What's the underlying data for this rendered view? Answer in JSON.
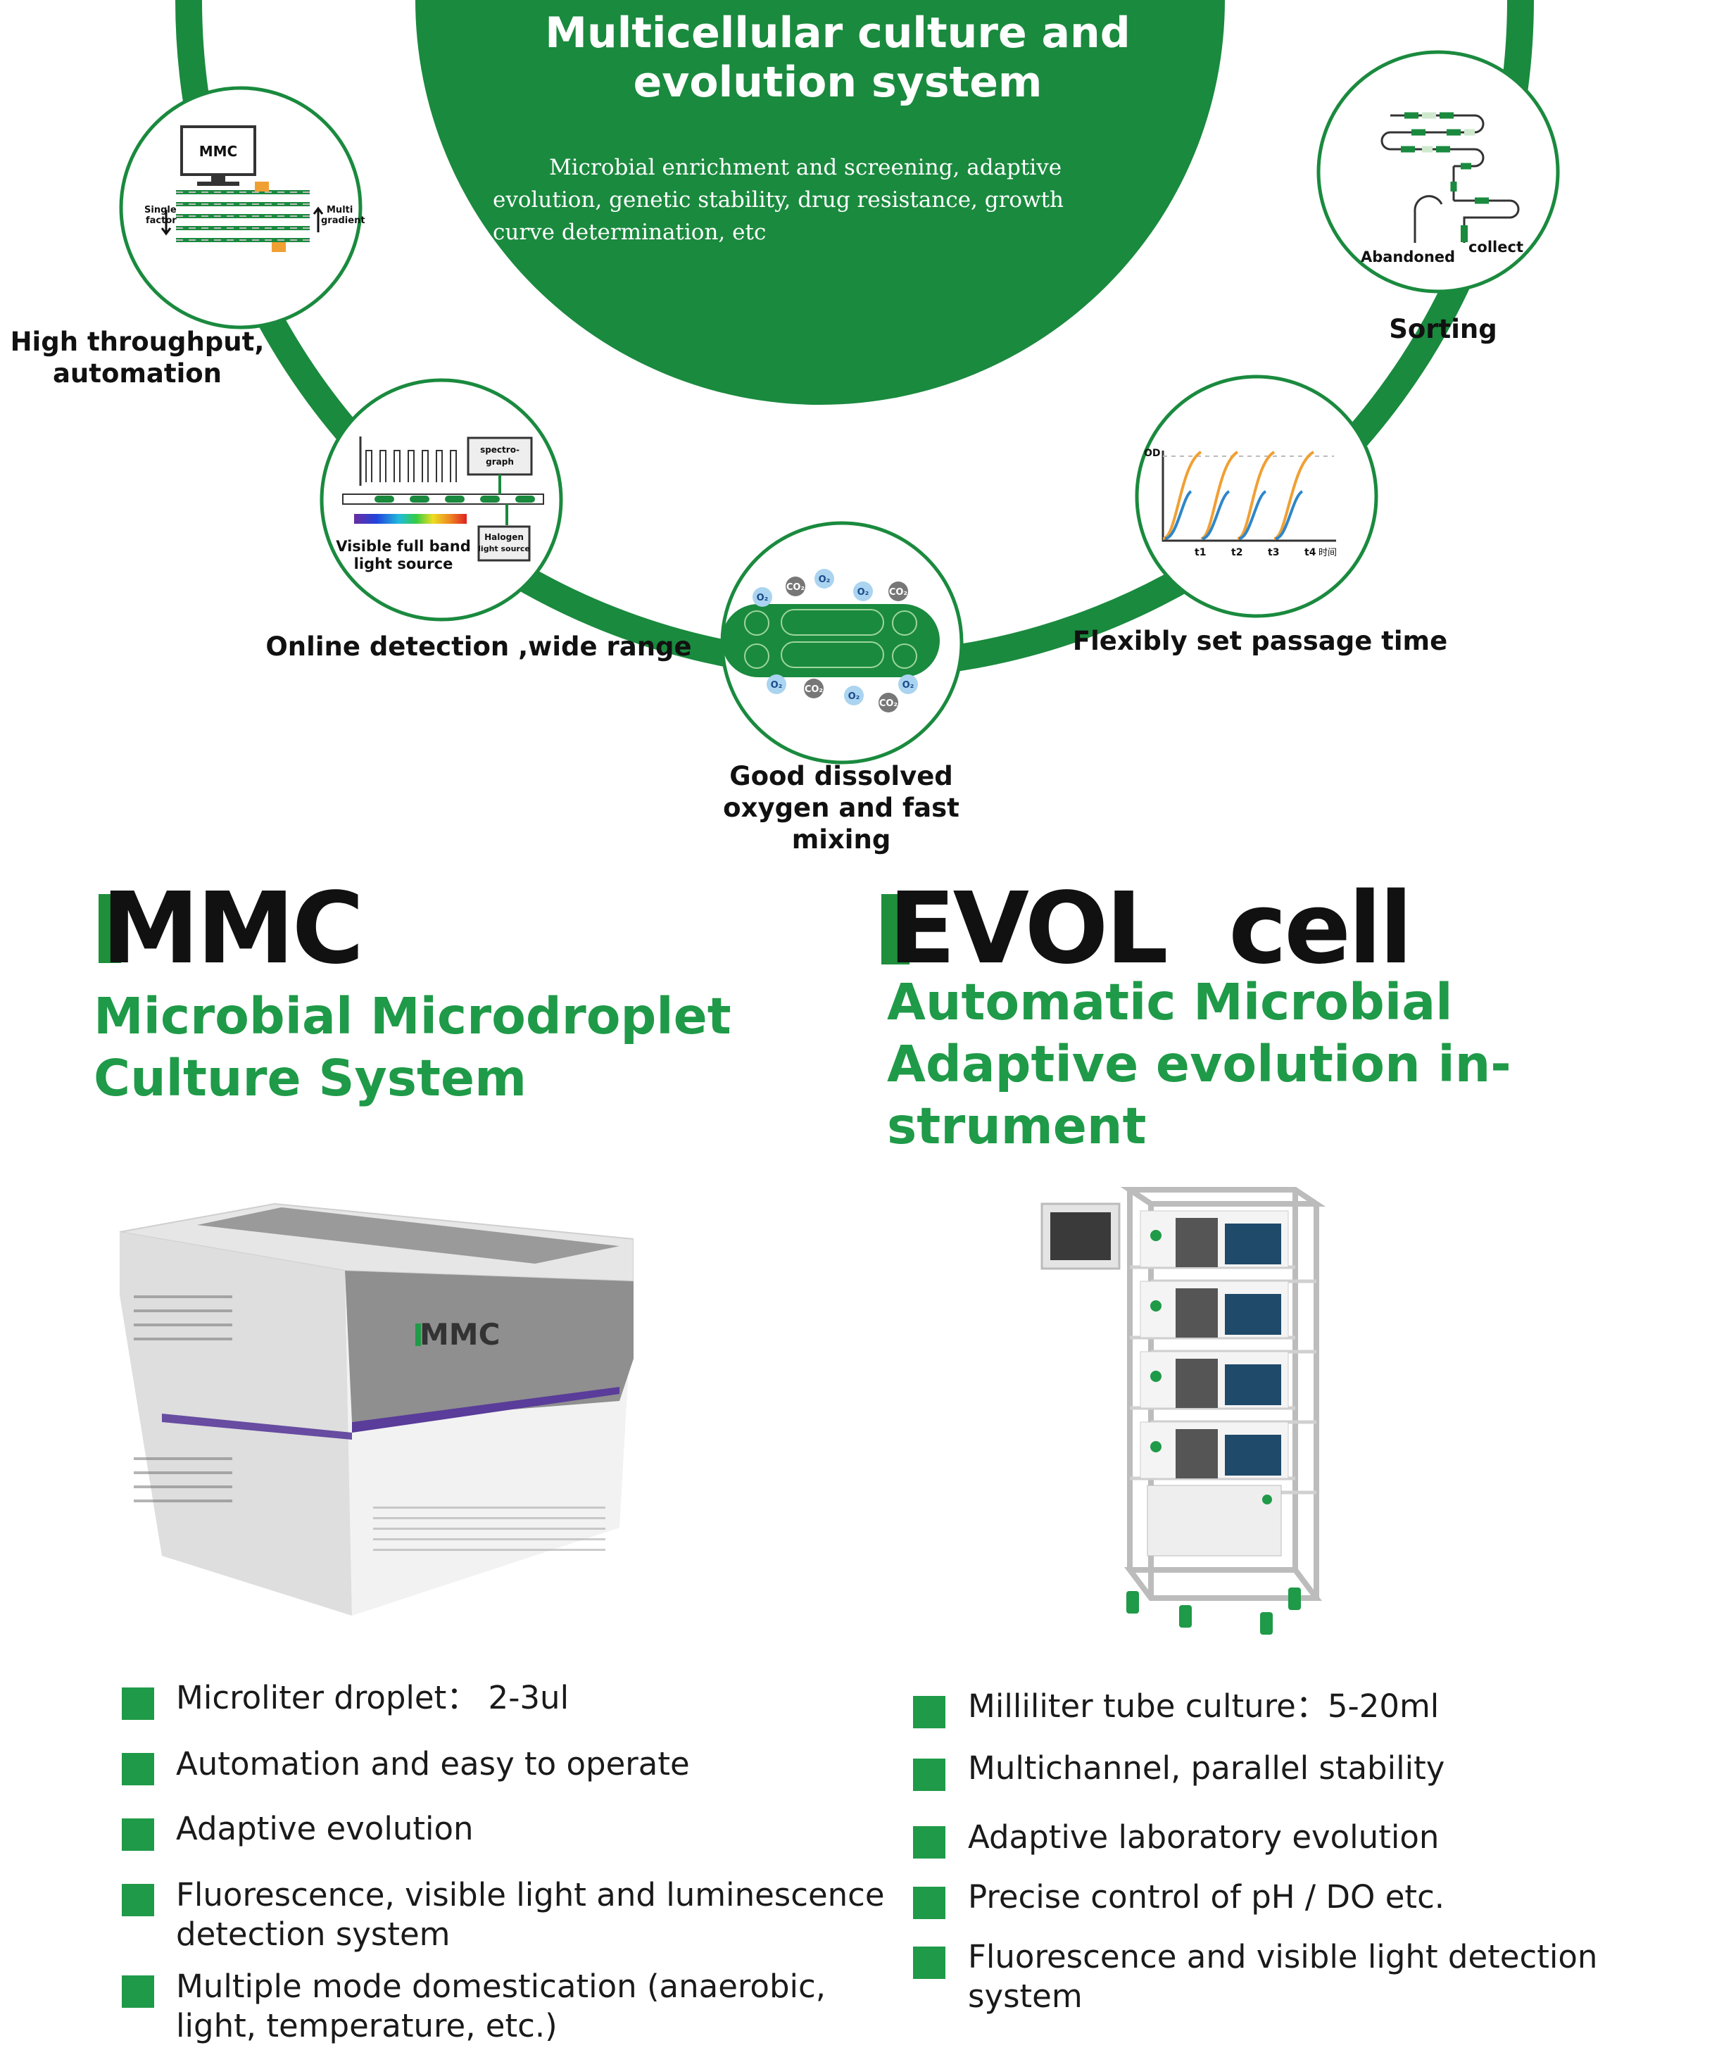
{
  "hero": {
    "title": "Multicellular culture and evolution system",
    "subtitle": "Microbial enrichment and screening, adaptive evolution, genetic stability, drug resistance, growth curve determination, etc"
  },
  "features": {
    "high_throughput": {
      "label": "High throughput, automation",
      "diagram": {
        "screen_text": "MMC",
        "left_note": "Single factor",
        "right_note": "Multi gradient"
      }
    },
    "online_detection": {
      "label": "Online detection ,wide range",
      "diagram": {
        "spectrograph": "spectro-graph",
        "band_label": "Visible full band light source",
        "halogen": "Halogen light source"
      }
    },
    "oxygen": {
      "label": "Good dissolved oxygen and fast mixing",
      "diagram": {
        "o2": "O₂",
        "co2": "CO₂"
      }
    },
    "passage": {
      "label": "Flexibly set passage time",
      "diagram": {
        "y_axis": "OD",
        "ticks": [
          "t1",
          "t2",
          "t3",
          "t4"
        ],
        "x_axis": "时间"
      }
    },
    "sorting": {
      "label": "Sorting",
      "diagram": {
        "abandoned": "Abandoned",
        "collect": "collect"
      }
    }
  },
  "products": {
    "mmc": {
      "brand": "MMC",
      "device_logo": "MMC",
      "title_line1": "Microbial Microdroplet",
      "title_line2": "Culture System",
      "specs": [
        {
          "line1": "Microliter droplet：  2-3ul",
          "line2": ""
        },
        {
          "line1": "Automation and easy to operate",
          "line2": ""
        },
        {
          "line1": "Adaptive evolution",
          "line2": ""
        },
        {
          "line1": "Fluorescence, visible light and luminescence",
          "line2": "detection system"
        },
        {
          "line1": "Multiple mode domestication (anaerobic,",
          "line2": "light, temperature, etc.)"
        }
      ]
    },
    "evol": {
      "brand": "EVOL  cell",
      "title_line1": "Automatic Microbial",
      "title_line2": "Adaptive evolution in-",
      "title_line3": "strument",
      "specs": [
        {
          "line1": "Milliliter tube culture：5-20ml",
          "line2": ""
        },
        {
          "line1": "Multichannel, parallel stability",
          "line2": ""
        },
        {
          "line1": "Adaptive laboratory evolution",
          "line2": ""
        },
        {
          "line1": "Precise control of pH / DO etc.",
          "line2": ""
        },
        {
          "line1": "Fluorescence and visible light detection",
          "line2": "system"
        }
      ]
    }
  },
  "colors": {
    "brand_green": "#1f9a48",
    "dark_green": "#1a8a3e",
    "device_purple": "#5a3c9a",
    "curve_orange": "#f0a033",
    "curve_blue": "#2e86c9"
  }
}
